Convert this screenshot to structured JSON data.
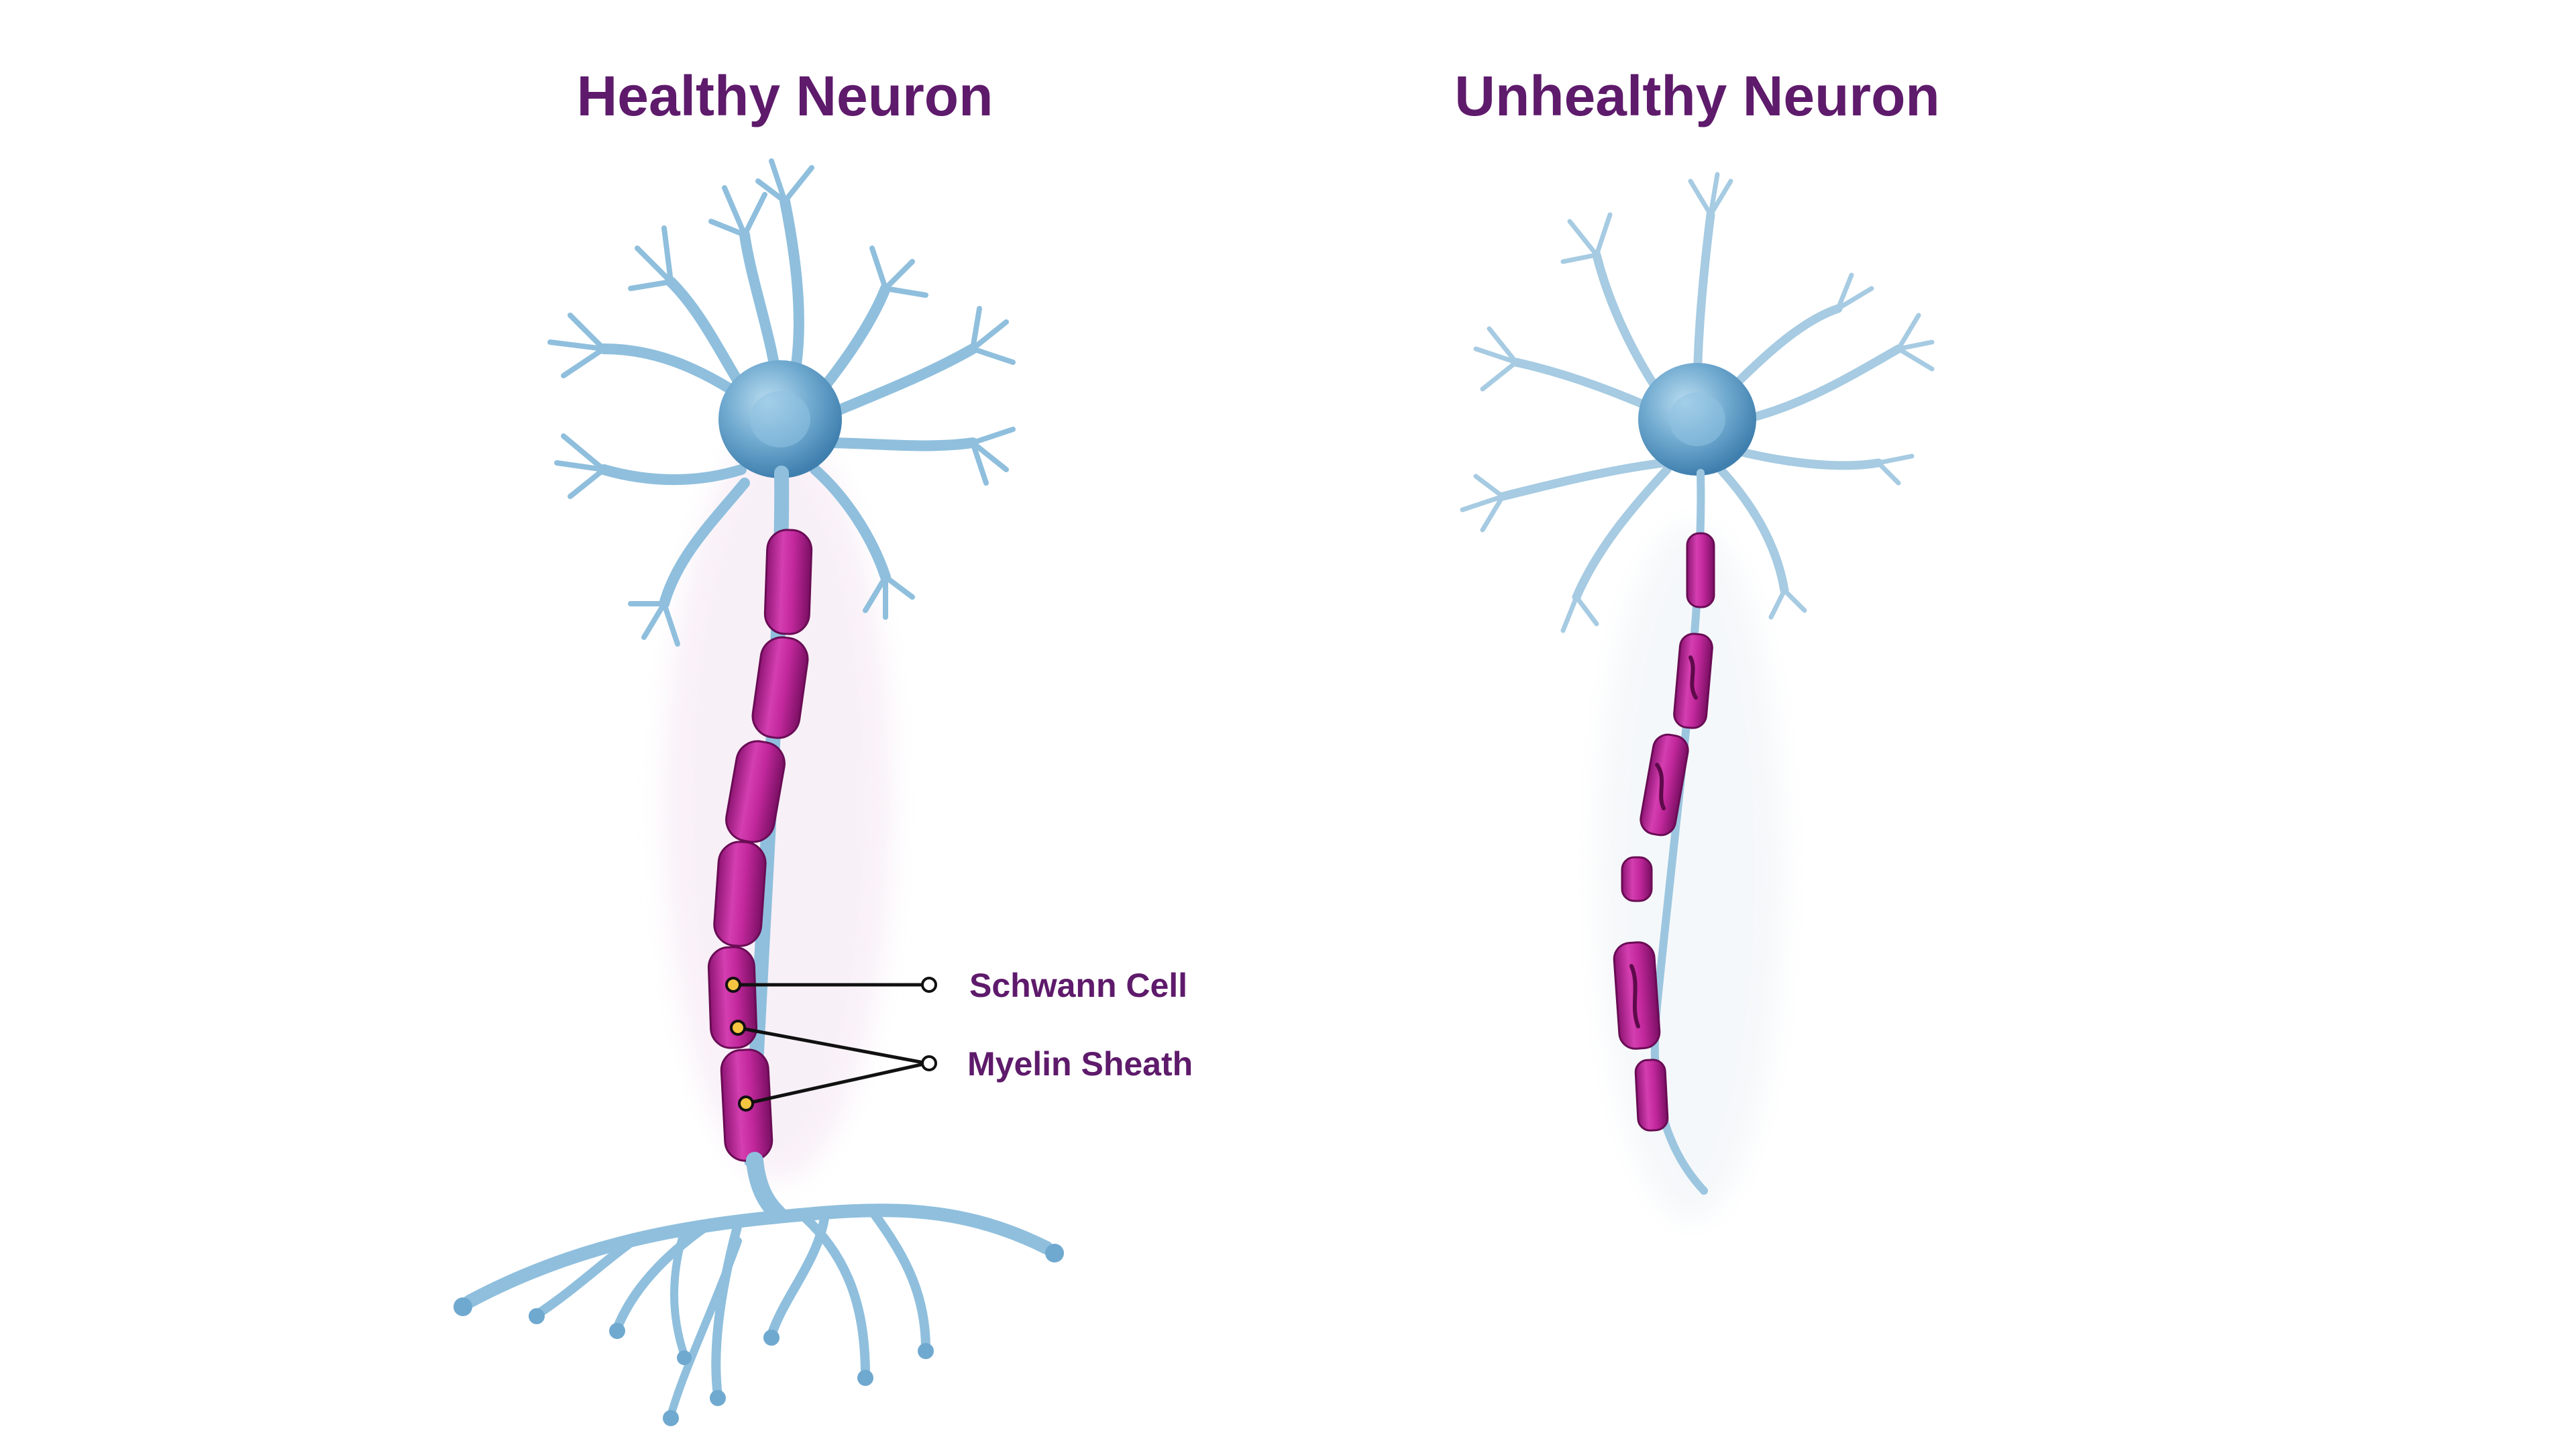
{
  "titles": {
    "healthy": "Healthy Neuron",
    "unhealthy": "Unhealthy Neuron"
  },
  "labels": {
    "schwann_cell": "Schwann Cell",
    "myelin_sheath": "Myelin Sheath"
  },
  "colors": {
    "title_text": "#5e1a6b",
    "neuron_body": "#7fb4d6",
    "neuron_dendrite": "#9cc6e0",
    "myelin": "#c2289c",
    "leader_line": "#111111",
    "marker_dot": "#f5c542"
  }
}
